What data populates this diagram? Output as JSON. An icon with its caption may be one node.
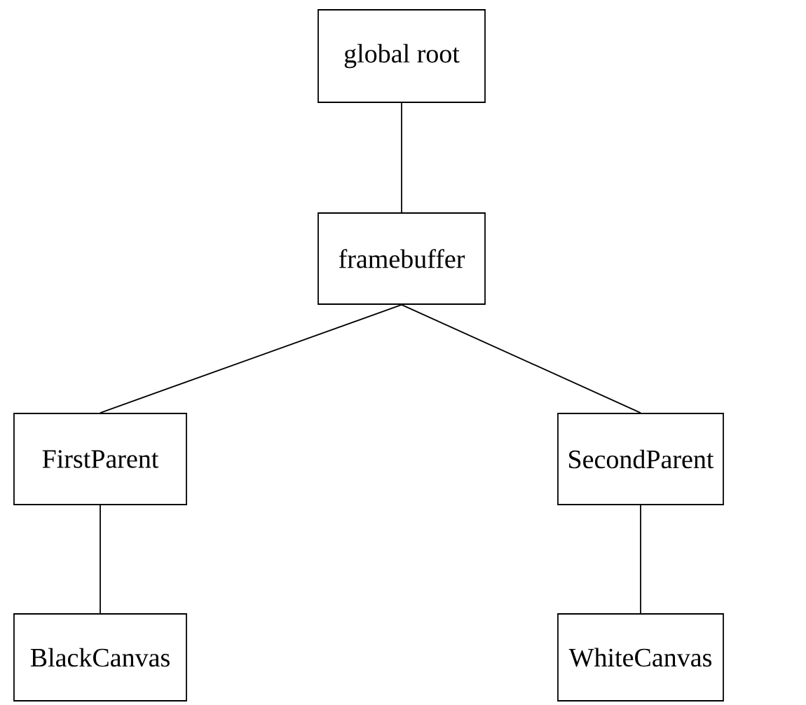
{
  "diagram": {
    "nodes": [
      {
        "text": [
          "global root"
        ]
      },
      {
        "text": [
          "framebuffer"
        ]
      },
      {
        "text": [
          "FirstParent"
        ]
      },
      {
        "text": [
          "SecondParent"
        ]
      },
      {
        "text": [
          "BlackCanvas"
        ]
      },
      {
        "text": [
          "WhiteCanvas"
        ]
      }
    ],
    "edges": [
      {
        "from": 0,
        "to": 1,
        "arrow": "none"
      },
      {
        "from": 1,
        "to": 2,
        "arrow": "none"
      },
      {
        "from": 1,
        "to": 3,
        "arrow": "none"
      },
      {
        "from": 2,
        "to": 4,
        "arrow": "none"
      },
      {
        "from": 3,
        "to": 5,
        "arrow": "none"
      }
    ]
  }
}
